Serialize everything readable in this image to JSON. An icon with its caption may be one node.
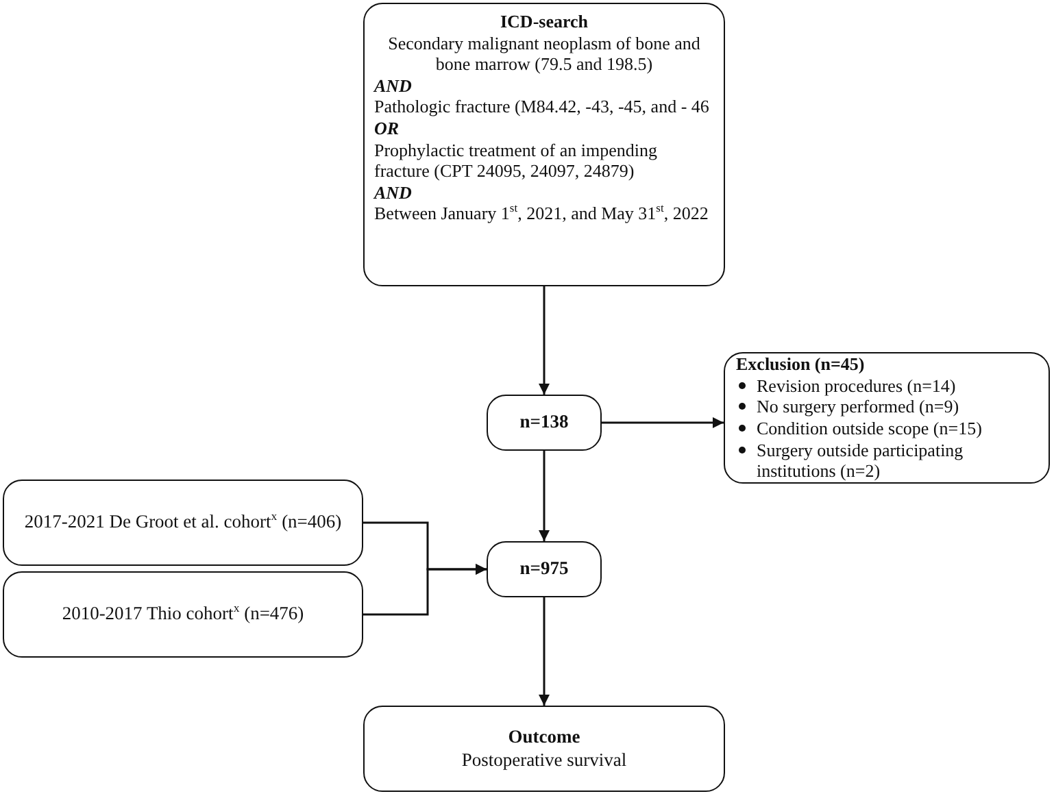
{
  "diagram": {
    "nodes": [
      {
        "text": [
          "ICD-search",
          "Secondary malignant neoplasm of bone and bone marrow (79.5 and 198.5)",
          "AND",
          "Pathologic fracture (M84.42, -43, -45, and - 46",
          "OR",
          "Prophylactic treatment of an impending fracture (CPT 24095, 24097, 24879)",
          "AND",
          "Between January 1$^{st}$, 2021, and May 31$^{st}$, 2022"
        ]
      },
      {
        "text": [
          "n=138"
        ]
      },
      {
        "text": [
          "Exclusion (n=45)",
          "Revision procedures (n=14)",
          "No surgery performed (n=9)",
          "Condition outside scope (n=15)",
          "Surgery outside participating institutions (n=2)"
        ]
      },
      {
        "text": [
          "2017-2021 De Groot et al. cohort$^{x}$ (n=406)"
        ]
      },
      {
        "text": [
          "2010-2017 Thio cohort$^{x}$ (n=476)"
        ]
      },
      {
        "text": [
          "n=975"
        ]
      },
      {
        "text": [
          "Outcome",
          "Postoperative survival"
        ]
      }
    ],
    "edges": [
      {
        "from": 0,
        "to": 1,
        "arrow": "to"
      },
      {
        "from": 1,
        "to": 2,
        "arrow": "to"
      },
      {
        "from": 1,
        "to": 5,
        "arrow": "to"
      },
      {
        "from": 3,
        "to": 5,
        "arrow": "to"
      },
      {
        "from": 4,
        "to": 5,
        "arrow": "to"
      },
      {
        "from": 5,
        "to": 6,
        "arrow": "to"
      }
    ]
  }
}
